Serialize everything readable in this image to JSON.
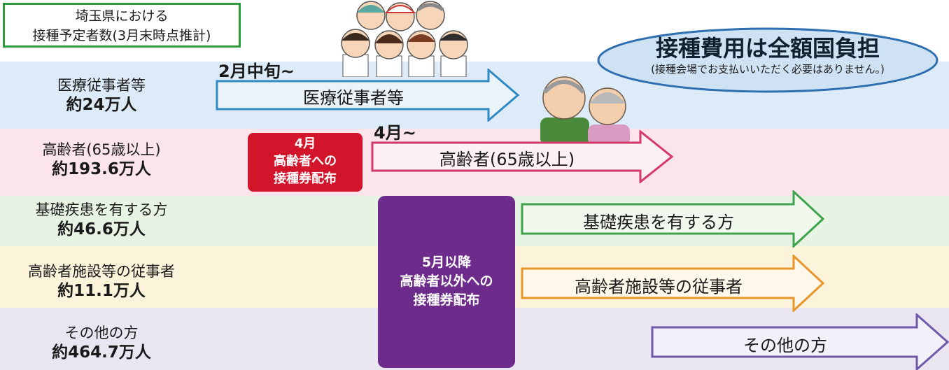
{
  "header": {
    "line1": "埼玉県における",
    "line2": "接種予定者数(3月末時点推計)"
  },
  "cost_note": {
    "title": "接種費用は全額国負担",
    "subtitle": "(接種会場でお支払いいただく必要はありません。)"
  },
  "groups": [
    {
      "name": "医療従事者等",
      "count": "約24万人",
      "arrow_label": "医療従事者等",
      "band_color": "#dcebf7",
      "arrow_color": "#2f8ac4",
      "arrow_fill": "#eaf3fa"
    },
    {
      "name": "高齢者(65歳以上)",
      "count": "約193.6万人",
      "arrow_label": "高齢者(65歳以上)",
      "band_color": "#fbe4ea",
      "arrow_color": "#d4386a",
      "arrow_fill": "#fdf1f4"
    },
    {
      "name": "基礎疾患を有する方",
      "count": "約46.6万人",
      "arrow_label": "基礎疾患を有する方",
      "band_color": "#e7f4e4",
      "arrow_color": "#3fa34d",
      "arrow_fill": "#f1f9ef"
    },
    {
      "name": "高齢者施設等の従事者",
      "count": "約11.1万人",
      "arrow_label": "高齢者施設等の従事者",
      "band_color": "#fbf3da",
      "arrow_color": "#e8952a",
      "arrow_fill": "#fdf8ea"
    },
    {
      "name": "その他の方",
      "count": "約464.7万人",
      "arrow_label": "その他の方",
      "band_color": "#e9e6f1",
      "arrow_color": "#6d5aa8",
      "arrow_fill": "#f2f0f8"
    }
  ],
  "start_labels": {
    "medical": "2月中旬~",
    "elderly": "4月~"
  },
  "red_box": {
    "line1": "4月",
    "line2": "高齢者への",
    "line3": "接種券配布"
  },
  "purple_box": {
    "line1": "5月以降",
    "line2": "高齢者以外への",
    "line3": "接種券配布"
  }
}
